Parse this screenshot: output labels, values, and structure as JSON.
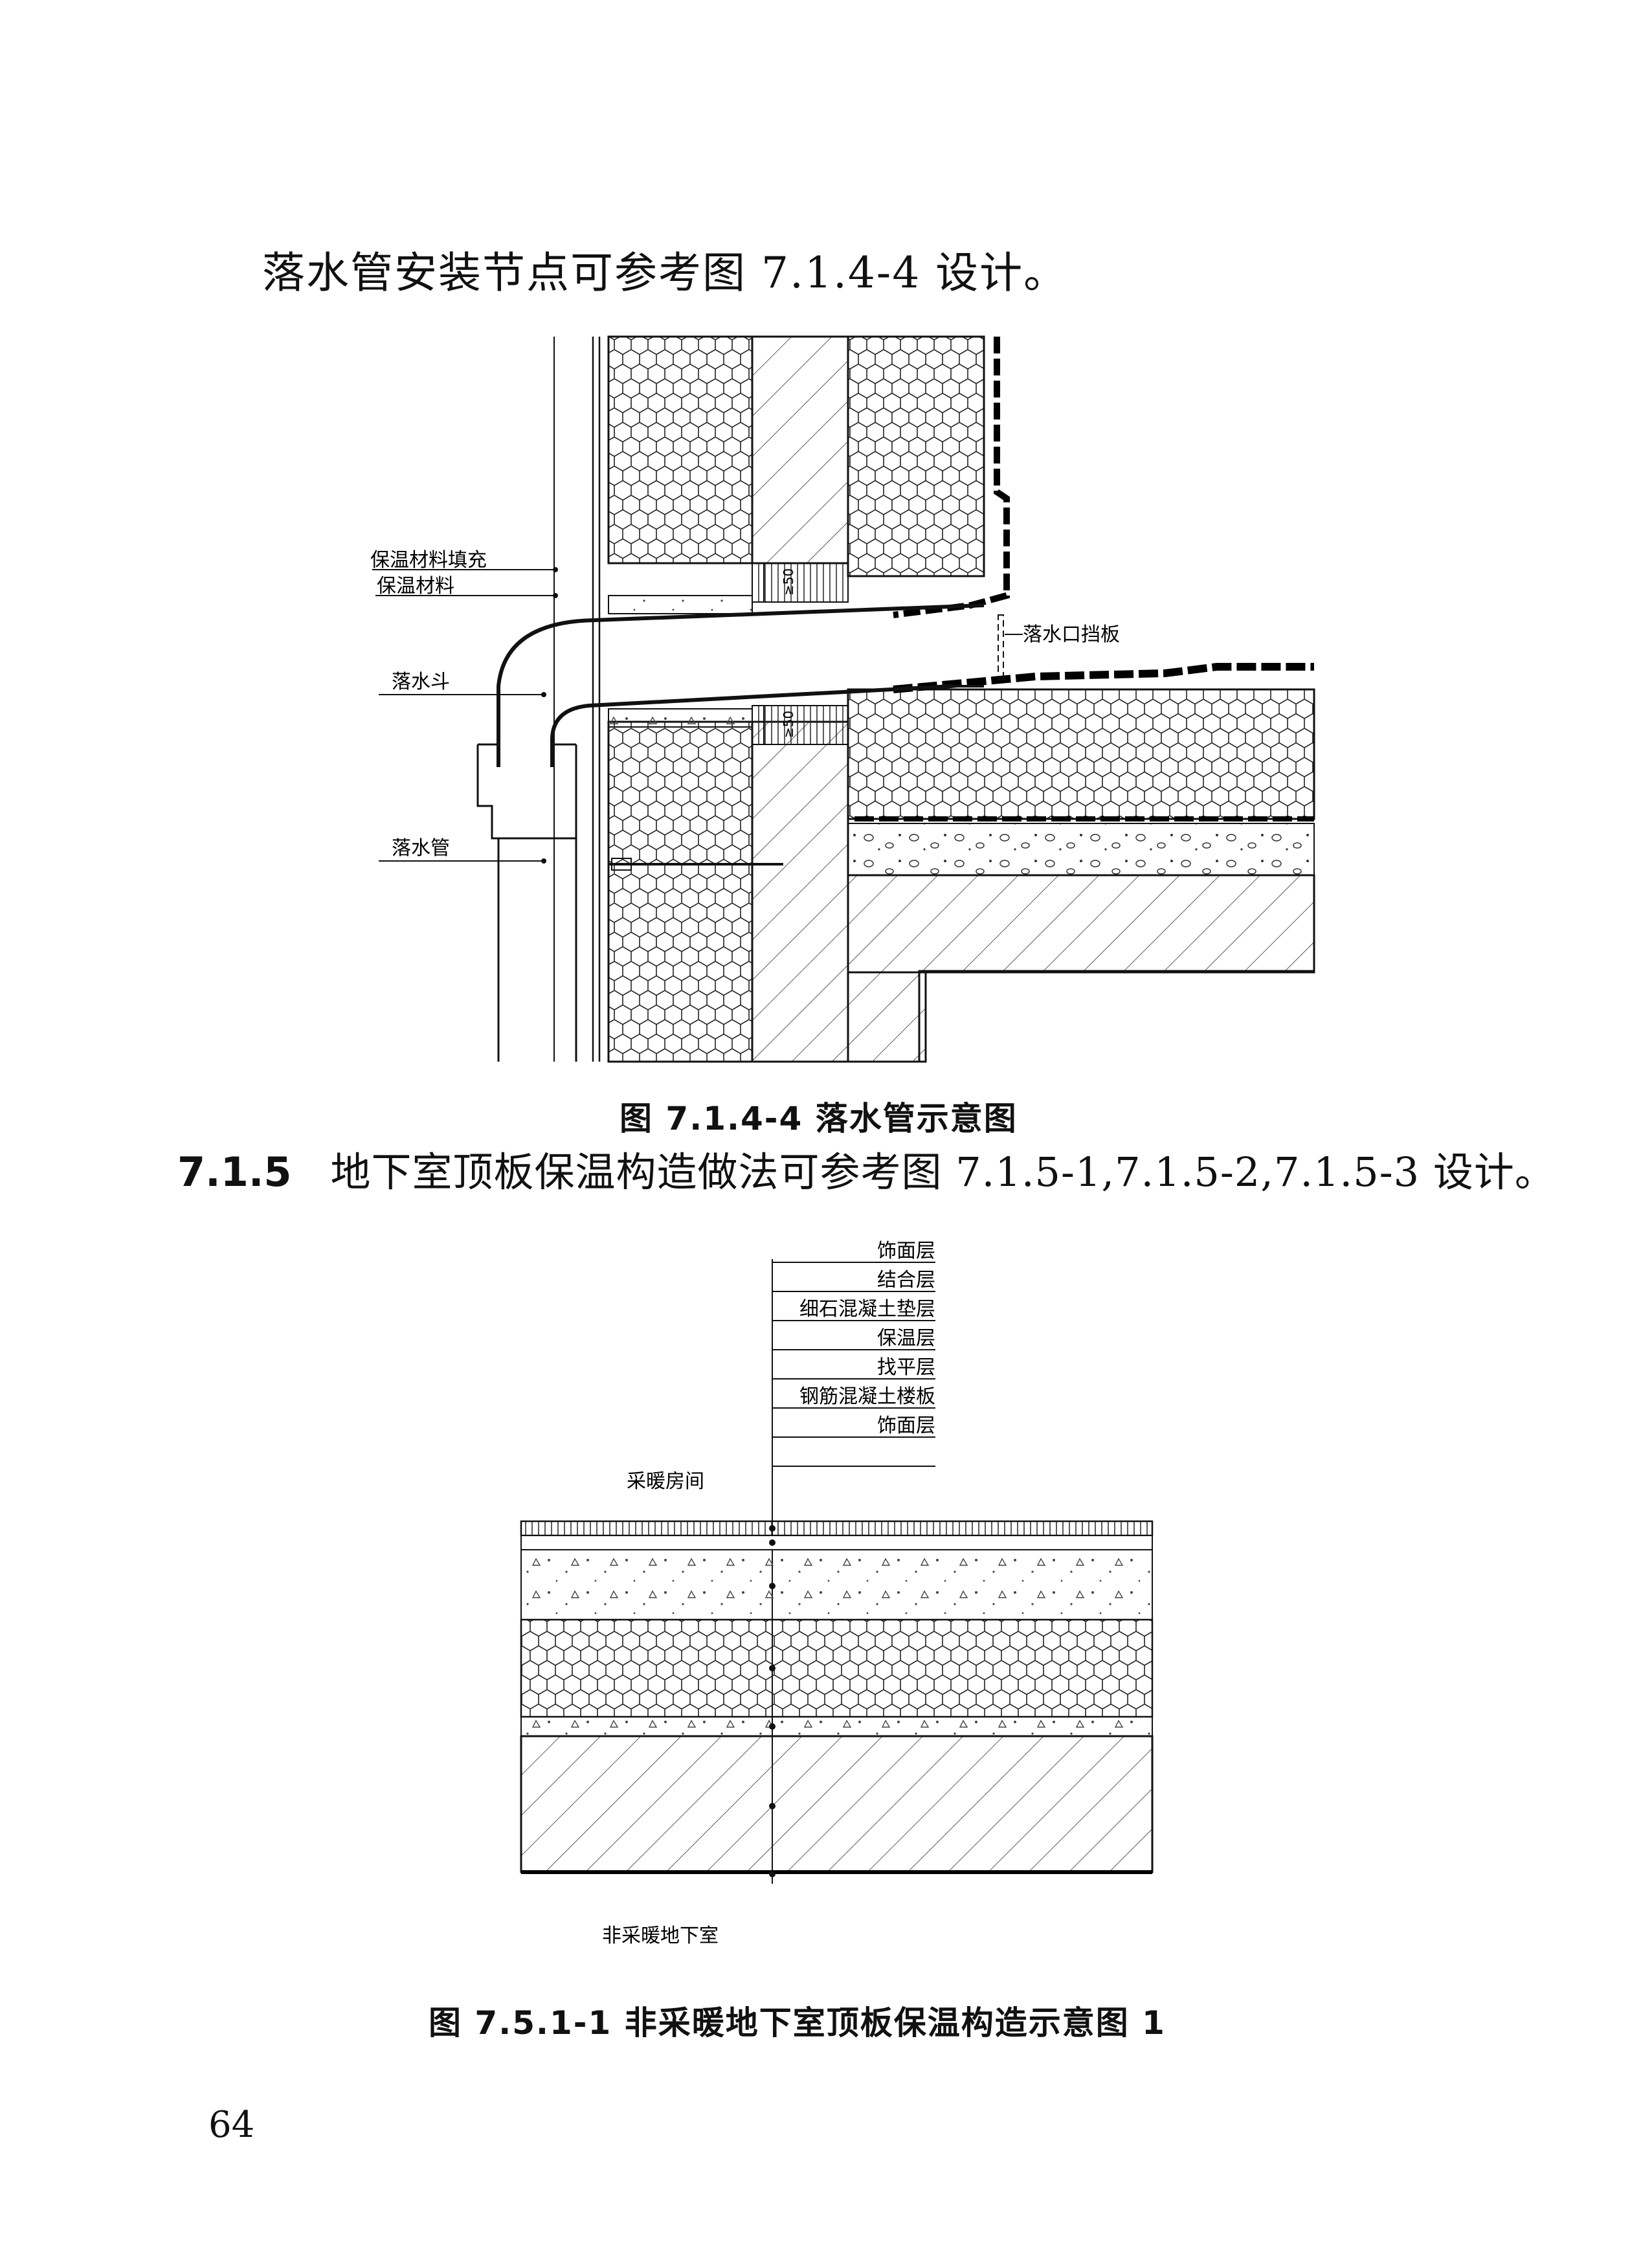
{
  "intro_text": "落水管安装节点可参考图 7.1.4-4 设计。",
  "figure1": {
    "labels": {
      "insulation_fill": "保温材料填充",
      "insulation": "保温材料",
      "hopper": "落水斗",
      "pipe": "落水管",
      "baffle": "落水口挡板",
      "dim_top": "≥50",
      "dim_bottom": "≥50"
    },
    "caption": "图 7.1.4-4 落水管示意图"
  },
  "section": {
    "number": "7.1.5",
    "text": "地下室顶板保温构造做法可参考图 7.1.5-1,7.1.5-2,7.1.5-3 设计。"
  },
  "figure2": {
    "layers": [
      "饰面层",
      "结合层",
      "细石混凝土垫层",
      "保温层",
      "找平层",
      "钢筋混凝土楼板",
      "饰面层"
    ],
    "upper_room": "采暖房间",
    "lower_room": "非采暖地下室",
    "caption": "图 7.5.1-1 非采暖地下室顶板保温构造示意图 1"
  },
  "page_number": "64"
}
